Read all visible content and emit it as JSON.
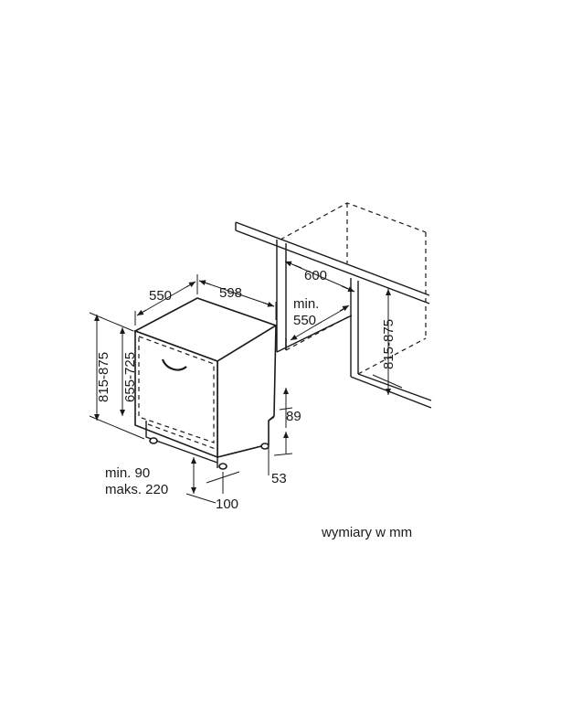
{
  "dimensions": {
    "depth": "550",
    "width": "598",
    "niche_width": "600",
    "niche_depth_min": "min.",
    "niche_depth_val": "550",
    "niche_height": "815-875",
    "height": "815-875",
    "door_height": "655-725",
    "plinth_gap": "89",
    "foot_height": "53",
    "plinth_min": "min. 90",
    "plinth_max": "maks. 220",
    "foot_offset": "100"
  },
  "caption": "wymiary w mm"
}
